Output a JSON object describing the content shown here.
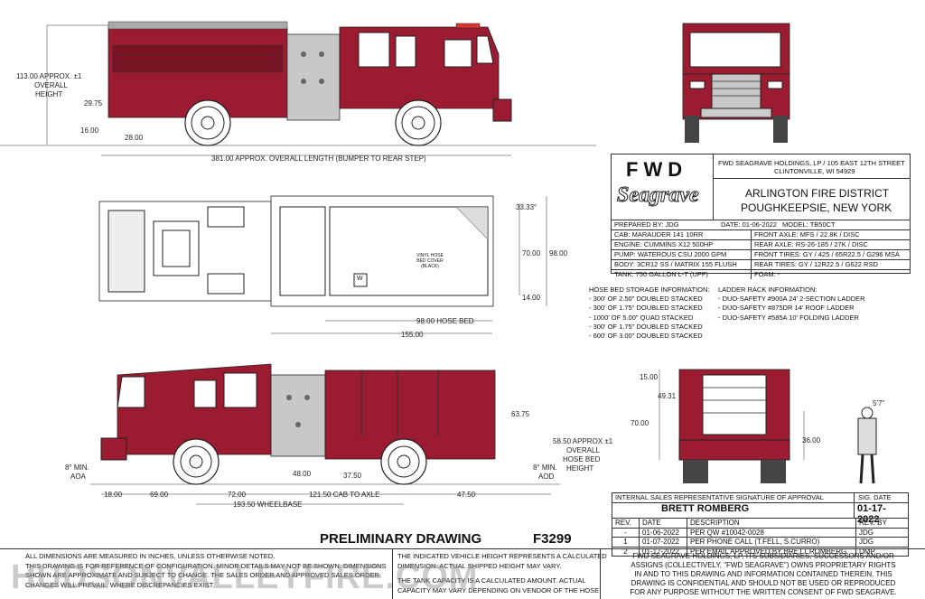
{
  "dimensions": {
    "height_main": "113.00 APPROX. ±1",
    "height_overall": "OVERALL",
    "height_word": "HEIGHT",
    "d2975": "29.75",
    "d1600": "16.00",
    "d2800": "28.00",
    "overall_length": "381.00 APPROX. OVERALL LENGTH (BUMPER TO REAR STEP)",
    "angle": "33.33°",
    "d7000": "70.00",
    "d9800": "98.00",
    "d1400": "14.00",
    "hose_bed": "98.00 HOSE BED",
    "d15500": "155.00",
    "vinyl": "VINYL HOSE BED COVER (BLACK)",
    "w": "W",
    "d6375": "63.75",
    "hb1": "58.50 APPROX ±1",
    "hb2": "OVERALL",
    "hb3": "HOSE BED",
    "hb4": "HEIGHT",
    "aoa1": "8° MIN.",
    "aoa2": "AOA",
    "aod1": "8° MIN.",
    "aod2": "AOD",
    "d4800": "48.00",
    "d3750": "37.50",
    "d1800": "18.00",
    "d6900": "69.00",
    "d7200": "72.00",
    "cab_to_axle": "121.50 CAB TO AXLE",
    "d4750": "47.50",
    "wheelbase": "193.50 WHEELBASE",
    "r1500": "15.00",
    "r4931": "49.31",
    "r7000": "70.00",
    "r3600": "36.00",
    "person": "5'7\""
  },
  "title_block": {
    "logo_fwd": "FWD",
    "logo_seagrave": "Seagrave",
    "company_line1": "FWD SEAGRAVE HOLDINGS, LP / 105 EAST 12TH STREET",
    "company_line2": "CLINTONVILLE, WI 54929",
    "customer_line1": "ARLINGTON FIRE DISTRICT",
    "customer_line2": "POUGHKEEPSIE, NEW YORK",
    "specs": [
      [
        "PREPARED BY: JDG",
        "DATE: 01-06-2022",
        "MODEL: TB50CT"
      ],
      [
        "CAB: MARAUDER 141 10RR",
        "FRONT AXLE: MFS / 22.8K / DISC"
      ],
      [
        "ENGINE: CUMMINS X12 500HP",
        "REAR AXLE: RS-26-185 / 27K / DISC"
      ],
      [
        "PUMP: WATEROUS CSU 2000 GPM",
        "FRONT TIRES: GY / 425 / 65R22.5 / G296 MSA"
      ],
      [
        "BODY: 3CR12 SS / MATRIX 155 FLUSH",
        "REAR TIRES: GY / 12R22.5 / G622 RSD"
      ],
      [
        "TANK: 750 GALLON L-T (UPF)",
        "FOAM: -"
      ]
    ]
  },
  "hose_bed": {
    "title": "HOSE BED STORAGE INFORMATION:",
    "items": [
      "- 300' OF 2.50\" DOUBLED STACKED",
      "- 300' OF 1.75\" DOUBLED STACKED",
      "- 1000' OF 5.00\" QUAD STACKED",
      "- 300' OF 1.75\" DOUBLED STACKED",
      "- 600' OF 3.00\" DOUBLED STACKED"
    ]
  },
  "ladder_rack": {
    "title": "LADDER RACK INFORMATION:",
    "items": [
      "- DUO-SAFETY #900A 24' 2-SECTION LADDER",
      "- DUO-SAFETY #875DR 14' ROOF LADDER",
      "- DUO-SAFETY #585A 10' FOLDING LADDER"
    ]
  },
  "approval": {
    "label": "INTERNAL SALES REPRESENTATIVE SIGNATURE OF APPROVAL",
    "sig_date_label": "SIG. DATE",
    "name": "BRETT ROMBERG",
    "date": "01-17-2022"
  },
  "revisions": {
    "headers": [
      "REV.",
      "DATE",
      "DESCRIPTION",
      "REV. BY"
    ],
    "rows": [
      [
        "-",
        "01-06-2022",
        "PER QW #10042-0028",
        "JDG"
      ],
      [
        "1",
        "01-07-2022",
        "PER PHONE CALL (T.FELL, S.CURRO)",
        "JDG"
      ],
      [
        "2",
        "01-17-2022",
        "PER EMAIL APPROVED BY BRETT ROMBERG",
        "DMP"
      ]
    ]
  },
  "preliminary": "PRELIMINARY DRAWING",
  "drawing_no": "F3299",
  "footer": {
    "left_line1": "ALL DIMENSIONS ARE MEASURED IN INCHES, UNLESS OTHERWISE NOTED.",
    "left_line2": "THIS DRAWING IS FOR REFERENCE OF CONFIGURATION. MINOR DETAILS MAY NOT BE SHOWN. DIMENSIONS",
    "left_line3": "SHOWN ARE APPROXIMATE AND SUBJECT TO CHANGE. THE SALES ORDER AND APPROVED SALES ORDER",
    "left_line4": "CHANGES WILL PREVAIL, WHERE DISCREPANCIES EXIST.",
    "mid_line1": "THE INDICATED VEHICLE HEIGHT REPRESENTS A CALCULATED",
    "mid_line2": "DIMENSION. ACTUAL SHIPPED HEIGHT MAY VARY.",
    "mid_line3": "THE TANK CAPACITY IS A CALCULATED AMOUNT. ACTUAL",
    "mid_line4": "CAPACITY MAY VARY DEPENDING ON VENDOR OF THE HOSE",
    "right_line1": "FWD SEAGRAVE HOLDINGS, LP, ITS SUBSIDIARIES, SUCCESSORS AND/OR",
    "right_line2": "ASSIGNS (COLLECTIVELY, \"FWD SEAGRAVE\") OWNS PROPRIETARY RIGHTS",
    "right_line3": "IN AND TO THIS DRAWING AND INFORMATION CONTAINED THEREIN. THIS",
    "right_line4": "DRAWING IS CONFIDENTIAL AND SHOULD NOT BE USED OR REPRODUCED",
    "right_line5": "FOR ANY PURPOSE WITHOUT THE WRITTEN CONSENT OF  FWD SEAGRAVE."
  },
  "watermark": "HUDSONVALLEYFIRE.COM",
  "colors": {
    "body_red": "#9b1b30",
    "chrome": "#c8c8c8"
  }
}
